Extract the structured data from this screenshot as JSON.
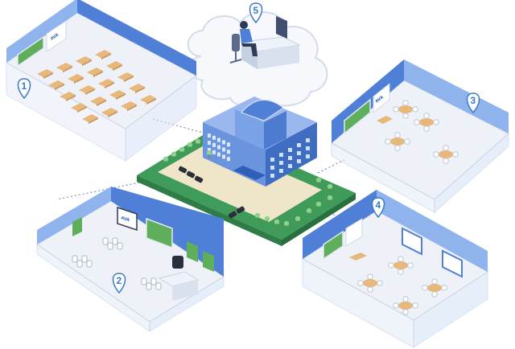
{
  "markers": [
    {
      "id": "1",
      "label": "1"
    },
    {
      "id": "2",
      "label": "2"
    },
    {
      "id": "3",
      "label": "3"
    },
    {
      "id": "4",
      "label": "4"
    },
    {
      "id": "5",
      "label": "5"
    }
  ],
  "board_logo": "AVA",
  "colors": {
    "wall_blue": "#4f7fd6",
    "wall_blue_light": "#8fb3ec",
    "floor": "#edf1f8",
    "grass": "#3f9b5a",
    "plaza": "#efe5c9",
    "building": "#6a94de",
    "pin": "#3a79c6",
    "desk": "#e8b87a",
    "chalkboard": "#5fae5c"
  }
}
